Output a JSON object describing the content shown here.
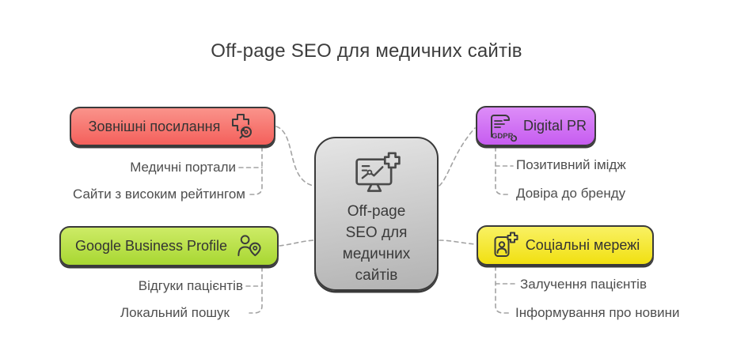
{
  "title": "Off-page SEO для медичних сайтів",
  "center_node": {
    "label": "Off-page SEO для медичних сайтів",
    "icon": "monitor-chart-plus-icon"
  },
  "branches": {
    "external_links": {
      "label": "Зовнішні посилання",
      "icon": "medical-cross-magnifier-icon",
      "color": "#f4605b",
      "children": [
        "Медичні портали",
        "Сайти з високим рейтингом"
      ]
    },
    "google_business_profile": {
      "label": "Google Business Profile",
      "icon": "person-location-pin-icon",
      "color": "#a8d732",
      "children": [
        "Відгуки пацієнтів",
        "Локальний пошук"
      ]
    },
    "digital_pr": {
      "label": "Digital PR",
      "icon": "gdpr-document-icon",
      "icon_text": "GDPR",
      "color": "#c65cf0",
      "children": [
        "Позитивний імідж",
        "Довіра до бренду"
      ]
    },
    "social_media": {
      "label": "Соціальні мережі",
      "icon": "id-card-plus-icon",
      "color": "#f1e011",
      "children": [
        "Залучення пацієнтів",
        "Інформування про новини"
      ]
    }
  }
}
